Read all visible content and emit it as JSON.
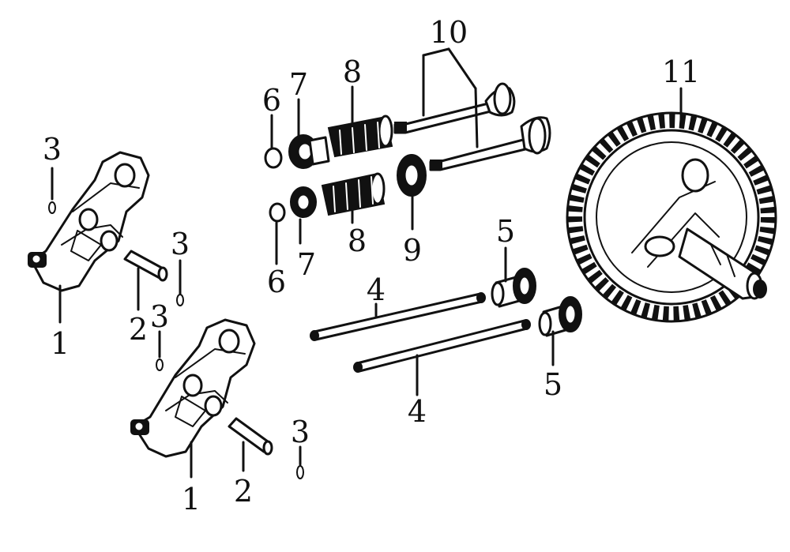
{
  "diagram": {
    "callouts": {
      "rocker_arm_1_top": "1",
      "rocker_arm_1_bottom": "1",
      "pin_2_top": "2",
      "pin_2_bottom": "2",
      "clip_3_a": "3",
      "clip_3_b": "3",
      "clip_3_c": "3",
      "clip_3_d": "3",
      "push_rod_4_top": "4",
      "push_rod_4_bottom": "4",
      "tappet_5_top": "5",
      "tappet_5_bottom": "5",
      "collet_6_top": "6",
      "collet_6_bottom": "6",
      "retainer_7_top": "7",
      "retainer_7_bottom": "7",
      "spring_8_top": "8",
      "spring_8_bottom": "8",
      "seal_9": "9",
      "valves_10": "10",
      "camshaft_11": "11"
    }
  }
}
